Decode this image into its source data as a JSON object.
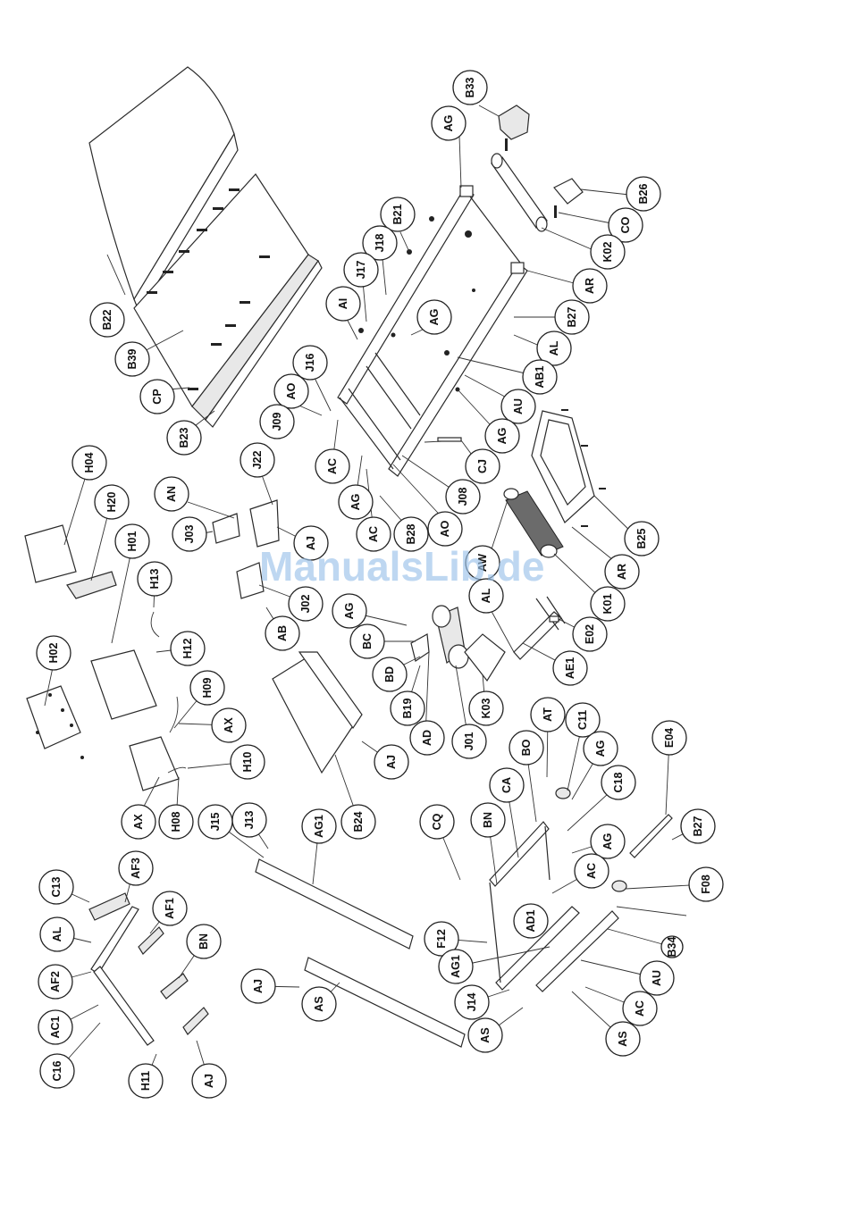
{
  "watermark": "ManualsLib.de",
  "callouts": [
    "B33",
    "AG",
    "B26",
    "CO",
    "K02",
    "B21",
    "J18",
    "J17",
    "AR",
    "AI",
    "AG",
    "B27",
    "AL",
    "J16",
    "AO",
    "AB1",
    "AU",
    "J09",
    "AG",
    "CJ",
    "AC",
    "AG",
    "J08",
    "AO",
    "B28",
    "AC",
    "B22",
    "B39",
    "CP",
    "B23",
    "H04",
    "H20",
    "J22",
    "AN",
    "J03",
    "AJ",
    "AW",
    "AR",
    "B25",
    "H01",
    "H13",
    "J02",
    "AB",
    "AG",
    "AL",
    "K01",
    "E02",
    "H12",
    "BC",
    "BD",
    "AE1",
    "H02",
    "H09",
    "AX",
    "B19",
    "K03",
    "J01",
    "AD",
    "AJ",
    "H10",
    "AT",
    "C11",
    "BO",
    "AG",
    "CA",
    "C18",
    "E04",
    "AX",
    "H08",
    "J15",
    "J13",
    "AG1",
    "B24",
    "CQ",
    "BN",
    "AG",
    "B27",
    "AC",
    "C13",
    "AF3",
    "F08",
    "AL",
    "AF1",
    "F12",
    "AD1",
    "B34",
    "BN",
    "AF2",
    "AJ",
    "AS",
    "AG1",
    "AU",
    "AC1",
    "J14",
    "AC",
    "AS",
    "AS",
    "C16",
    "H11",
    "AJ",
    "AJ"
  ]
}
